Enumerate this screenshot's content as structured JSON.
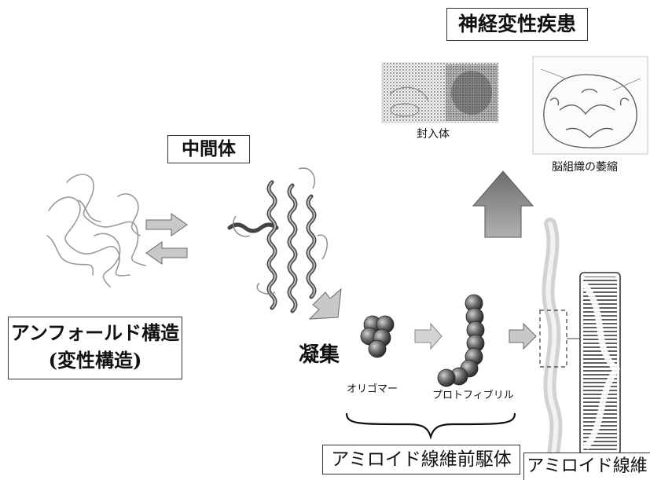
{
  "labels": {
    "disease": "神経変性疾患",
    "intermediate": "中間体",
    "unfolded_line1": "アンフォールド構造",
    "unfolded_line2": "(変性構造)",
    "aggregation": "凝集",
    "oligomer": "オリゴマー",
    "protofibril": "プロトフィブリル",
    "inclusion": "封入体",
    "atrophy": "脳組織の萎縮",
    "precursor": "アミロイド線維前駆体",
    "fiber": "アミロイド線維"
  },
  "colors": {
    "arrow_fill": "#c8c8c8",
    "arrow_stroke": "#6a6a6a",
    "sphere_dark": "#3a3a3a",
    "sphere_light": "#bdbdbd",
    "big_arrow": "#8a8a8a"
  },
  "icons": {
    "equilibrium": "double-arrow-icon",
    "up": "up-arrow-icon"
  }
}
